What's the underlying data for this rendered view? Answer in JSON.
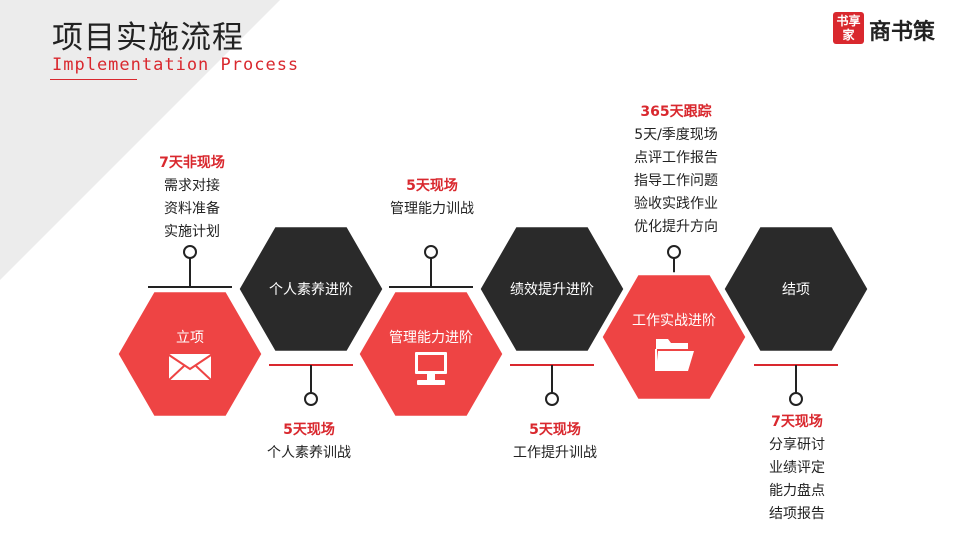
{
  "header": {
    "title": "项目实施流程",
    "subtitle": "Implementation Process"
  },
  "logo": {
    "seal_text": "书享家",
    "name": "商书策"
  },
  "colors": {
    "red": "#ee4444",
    "dark": "#2a2a2a",
    "accent": "#d9282e"
  },
  "steps": [
    {
      "label": "立项",
      "color": "red",
      "icon": "envelope-icon"
    },
    {
      "label": "个人素养进阶",
      "color": "dark"
    },
    {
      "label": "管理能力进阶",
      "color": "red",
      "icon": "monitor-icon"
    },
    {
      "label": "绩效提升进阶",
      "color": "dark"
    },
    {
      "label": "工作实战进阶",
      "color": "red",
      "icon": "folder-icon"
    },
    {
      "label": "结项",
      "color": "dark"
    }
  ],
  "callouts_top": [
    {
      "head": "7天非现场",
      "lines": [
        "需求对接",
        "资料准备",
        "实施计划"
      ]
    },
    {
      "head": "5天现场",
      "lines": [
        "管理能力训战"
      ]
    },
    {
      "head": "365天跟踪",
      "lines": [
        "5天/季度现场",
        "点评工作报告",
        "指导工作问题",
        "验收实践作业",
        "优化提升方向"
      ]
    }
  ],
  "callouts_bottom": [
    {
      "head": "5天现场",
      "lines": [
        "个人素养训战"
      ]
    },
    {
      "head": "5天现场",
      "lines": [
        "工作提升训战"
      ]
    },
    {
      "head": "7天现场",
      "lines": [
        "分享研讨",
        "业绩评定",
        "能力盘点",
        "结项报告"
      ]
    }
  ]
}
